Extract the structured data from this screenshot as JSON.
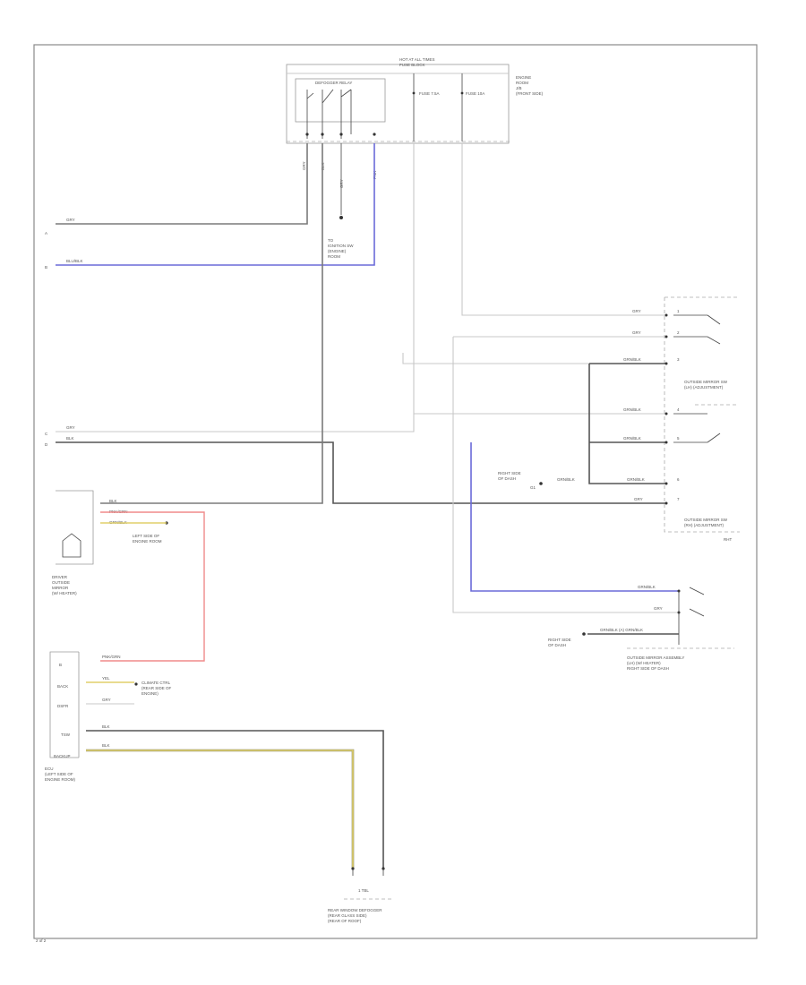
{
  "colors": {
    "frame": "#8a8a8a",
    "wire_gray": "#7a7a7a",
    "wire_dark": "#555555",
    "wire_light": "#c8c8c8",
    "wire_blue": "#6a6ad8",
    "wire_red": "#f08a8a",
    "wire_yellow": "#e0cf6a"
  },
  "labels": {
    "top_bus": "HOT AT ALL TIMES",
    "top_sub": "FUSE BLOCK",
    "fuse_a": "FUSE 7.5A",
    "fuse_b": "FUSE 10A",
    "block_desc_1": "ENGINE",
    "block_desc_2": "ROOM",
    "block_desc_3": "J/B",
    "block_desc_4": "(FRONT SIDE)",
    "relay_label": "DEFOGGER RELAY",
    "vert_1": "GRY",
    "vert_2": "BLK",
    "vert_3": "GRY",
    "vert_4": "PNK",
    "mid_1": "TO",
    "mid_2": "IGNITION SW",
    "mid_3": "(ENGINE)",
    "mid_4": "ROOM",
    "left_wire_1": "GRY",
    "left_wire_2": "BLU/BLK",
    "left_wire_3": "GRY",
    "left_wire_4": "BLK",
    "conn_a": "A",
    "conn_b": "B",
    "conn_c": "C",
    "conn_d": "D",
    "sw_wire_1": "GRY",
    "sw_wire_2": "GRY",
    "sw_wire_3": "GRN/BLK",
    "sw_wire_4": "GRN/BLK",
    "sw_wire_5": "GRN/BLK",
    "sw_wire_6": "GRN/BLK",
    "sw_wire_7": "GRY",
    "sw_name_1": "OUTSIDE MIRROR SW",
    "sw_name_2": "(LH) (ADJUSTMENT)",
    "sw_name_3": "OUTSIDE MIRROR SW",
    "sw_name_4": "(RH) (ADJUSTMENT)",
    "sw_pin_1": "1",
    "sw_pin_2": "2",
    "sw_pin_3": "3",
    "sw_pin_4": "4",
    "sw_pin_5": "5",
    "sw_pin_6": "6",
    "sw_pin_7": "7",
    "sw_foot": "RHT",
    "ground_1": "RIGHT SIDE",
    "ground_2": "OF DASH",
    "ground_3": "G1",
    "left_comp_wire_1": "BLK",
    "left_comp_wire_2": "PNK/GRN",
    "left_comp_wire_3": "GRN/BLK",
    "left_comp_gnd_1": "LEFT SIDE OF",
    "left_comp_gnd_2": "ENGINE ROOM",
    "left_comp_name_1": "DRIVER",
    "left_comp_name_2": "OUTSIDE",
    "left_comp_name_3": "MIRROR",
    "left_comp_name_4": "(W/ HEATER)",
    "rr_wire_1": "GRN/BLK",
    "rr_wire_2": "GRY",
    "rr_wire_3": "GRN/BLK (A) GRN/BLK",
    "rr_gnd_1": "RIGHT SIDE",
    "rr_gnd_2": "OF DASH",
    "rr_name_1": "OUTSIDE MIRROR ASSEMBLY",
    "rr_name_2": "(LH) (W/ HEATER)",
    "rr_name_3": "RIGHT SIDE OF DASH",
    "ecu_pin_1": "B",
    "ecu_pin_2": "BACK",
    "ecu_pin_3": "DSFR",
    "ecu_pin_4": "TSW",
    "ecu_pin_5": "BACKUP",
    "ecu_wire_1": "PNK/GRN",
    "ecu_wire_2": "YEL",
    "ecu_wire_3": "GRY",
    "ecu_wire_4": "BLK",
    "ecu_wire_5": "BLK",
    "ecu_note_1": "CLIMATE CTRL",
    "ecu_note_2": "(REAR SIDE OF",
    "ecu_note_3": "ENGINE)",
    "ecu_name_1": "ECU",
    "ecu_name_2": "(LEFT SIDE OF",
    "ecu_name_3": "ENGINE ROOM)",
    "bottom_conn": "1 TBL",
    "bottom_name_1": "REAR WINDOW DEFOGGER",
    "bottom_name_2": "(REAR GLASS SIDE)",
    "bottom_name_3": "(REAR OF ROOF)",
    "corner_code": "2 of 2"
  }
}
